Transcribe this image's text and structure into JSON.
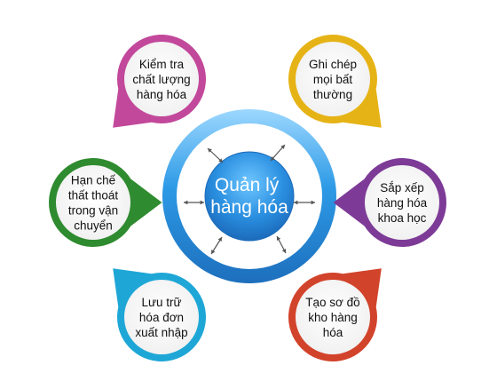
{
  "center": {
    "lines": [
      "Quản lý",
      "hàng hóa"
    ],
    "color": "#2f9fe6"
  },
  "nodes": [
    {
      "id": "kiem-tra",
      "lines": [
        "Kiểm tra",
        "chất lượng",
        "hàng hóa"
      ],
      "color": "#c2489b"
    },
    {
      "id": "ghi-chep",
      "lines": [
        "Ghi chép",
        "mọi bất",
        "thường"
      ],
      "color": "#e6b316"
    },
    {
      "id": "han-che",
      "lines": [
        "Hạn chế",
        "thất thoát",
        "trong vận",
        "chuyển"
      ],
      "color": "#2f8b2f"
    },
    {
      "id": "sap-xep",
      "lines": [
        "Sắp xếp",
        "hàng hóa",
        "khoa học"
      ],
      "color": "#7d3b97"
    },
    {
      "id": "luu-tru",
      "lines": [
        "Lưu trữ",
        "hóa đơn",
        "xuất nhập"
      ],
      "color": "#1ea7d6"
    },
    {
      "id": "tao-so-do",
      "lines": [
        "Tạo sơ đồ",
        "kho hàng",
        "hóa"
      ],
      "color": "#d2432b"
    }
  ]
}
